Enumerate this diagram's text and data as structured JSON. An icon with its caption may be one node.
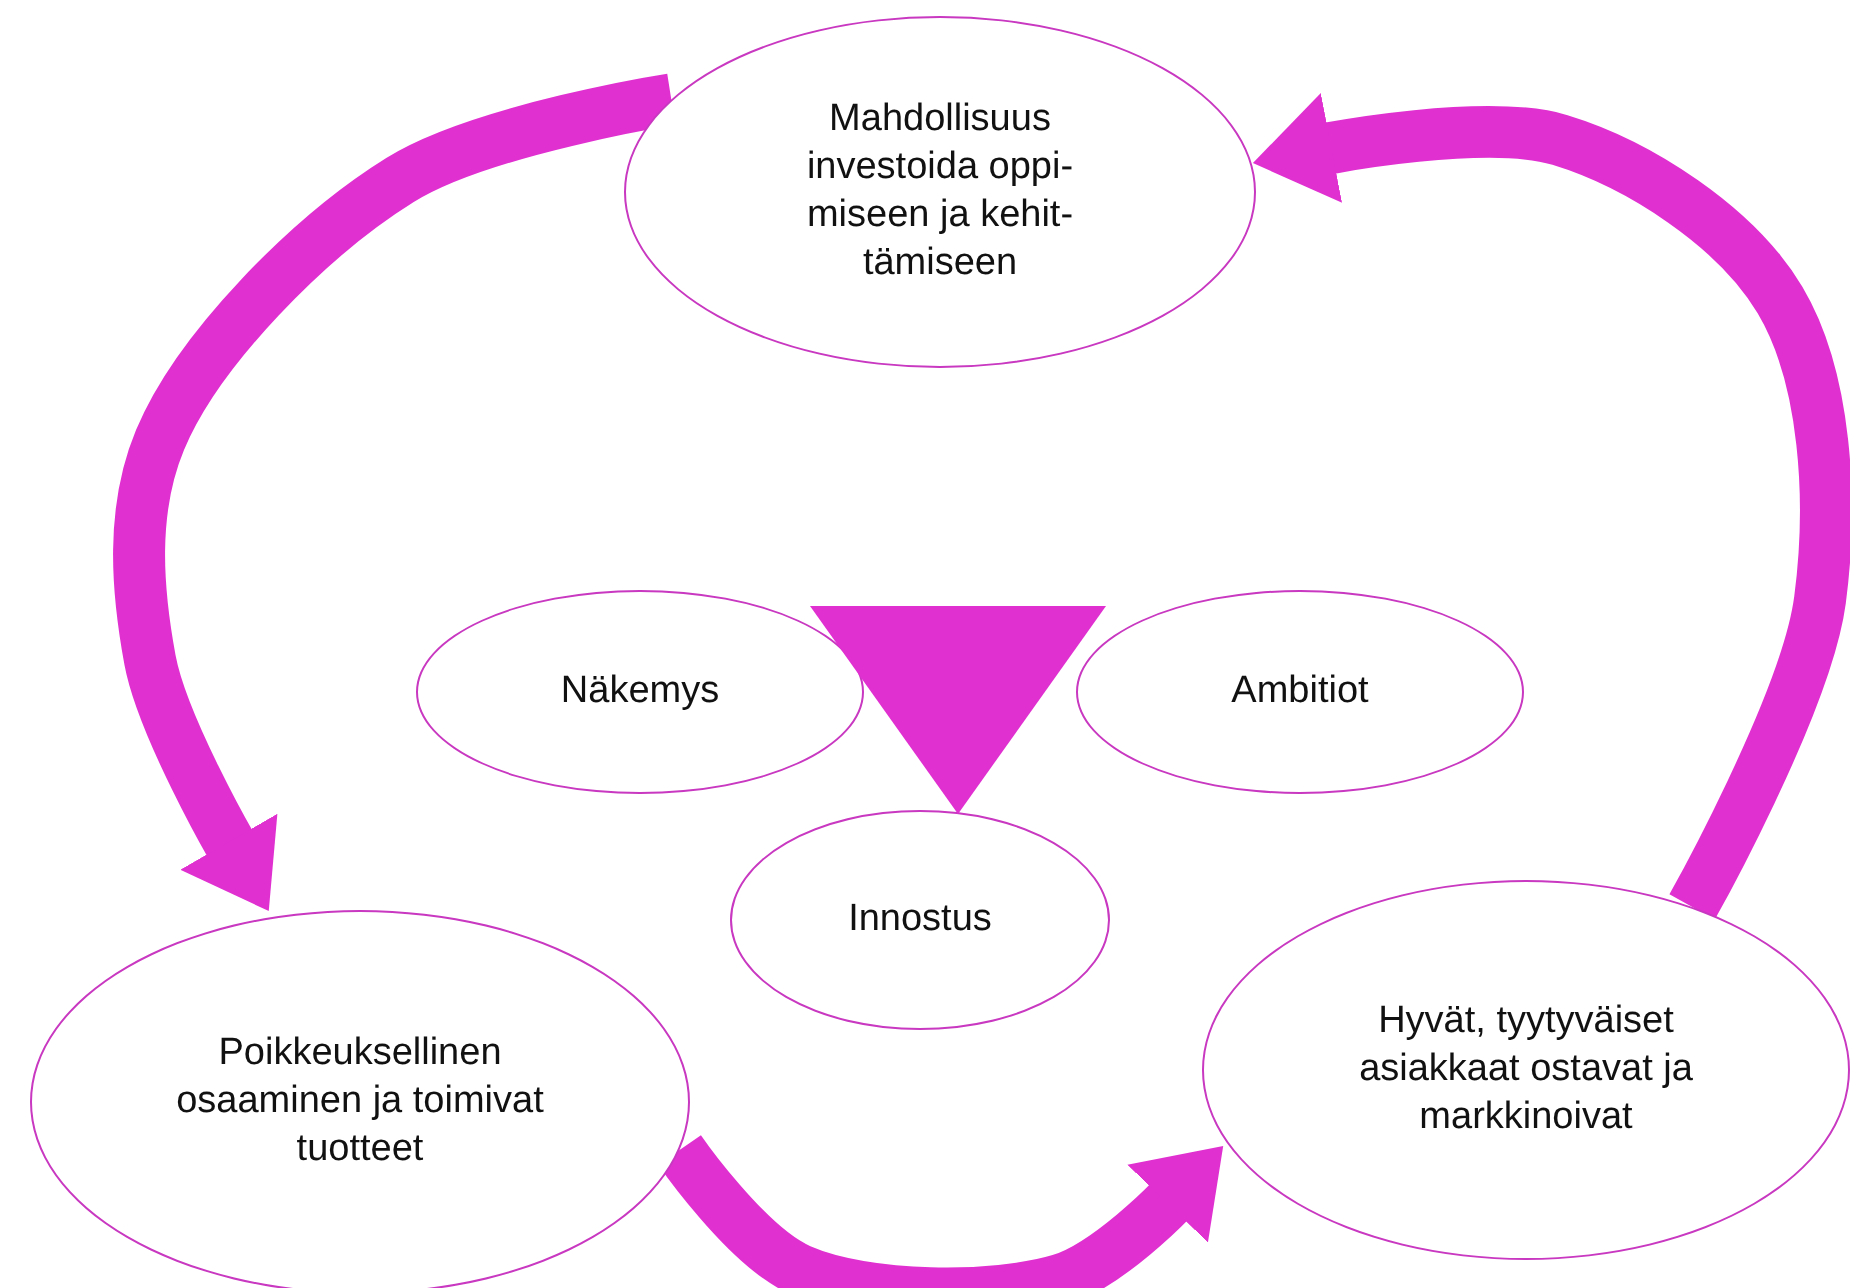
{
  "diagram": {
    "nodes": [
      {
        "text": [
          "Mahdollisuus investoida oppi- miseen ja kehit- tämiseen"
        ]
      },
      {
        "text": [
          "Näkemys"
        ]
      },
      {
        "text": [
          "Ambitiot"
        ]
      },
      {
        "text": [
          "Innostus"
        ]
      },
      {
        "text": [
          "Poikkeuksellinen osaaminen ja toimivat tuotteet"
        ]
      },
      {
        "text": [
          "Hyvät, tyytyväiset asiakkaat ostavat ja markkinoivat"
        ]
      },
      {
        "text": [],
        "shape": "triangle"
      }
    ],
    "edges": [
      {
        "from": 0,
        "to": 4,
        "arrow": "to"
      },
      {
        "from": 4,
        "to": 5,
        "arrow": "to"
      },
      {
        "from": 5,
        "to": 0,
        "arrow": "to"
      }
    ]
  }
}
